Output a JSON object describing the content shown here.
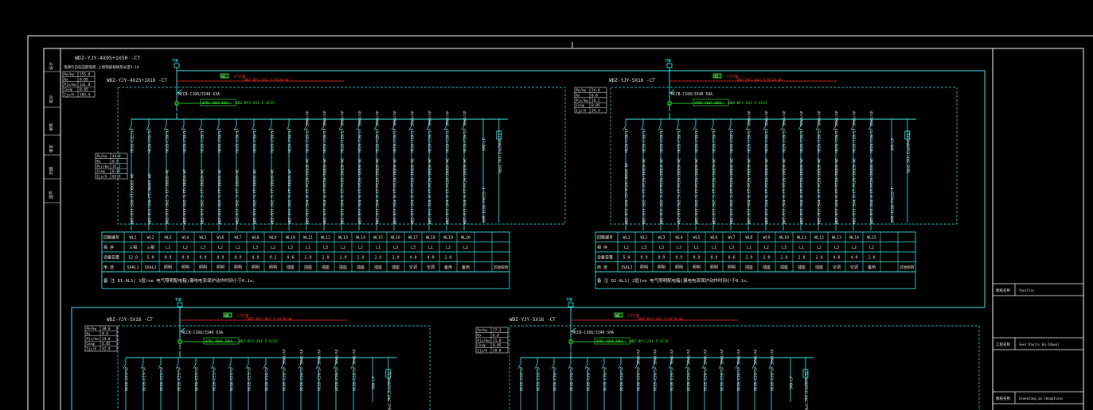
{
  "colors": {
    "background": "#000000",
    "frame": "#ffffff",
    "cyan": "#3ff0f0",
    "green": "#30ff30",
    "red": "#ff3030",
    "text": "#e8e8e8"
  },
  "panels": [
    {
      "id": "tl",
      "supply_header": "WDZ-YJY-4X95+1X50 -CT",
      "supply_sub": "电源引自低压配电柜 上接电缆规格及长度5:1A",
      "busbar_tag": "T接",
      "feeder": "WDZ-YJY-4X25+1X16 -CT",
      "main_breaker": "MCCB-C160/3340 63A",
      "meter_label": "W1",
      "spd_label": "SPD",
      "loads": [
        {
          "breaker": "MCCB-C32/3P",
          "cable": "WDZ-BYJ-5X6-CT/JDG32 WE",
          "wl": "WL1",
          "phase": "三相",
          "power": "12.0",
          "use": "SXAL1"
        },
        {
          "breaker": "MCCB-C32/3P",
          "cable": "WDZ-BYJ-5X6-CT/JDG32 WE",
          "wl": "WL2",
          "phase": "三相",
          "power": "5.0",
          "use": "SXAL2"
        },
        {
          "breaker": "MCCB-C16/1P",
          "cable": "WDZ-BYJ-3X2.5-CT/JDG20-WC",
          "wl": "WL3",
          "phase": "L1",
          "power": "0.9",
          "use": "照明"
        },
        {
          "breaker": "MCCB-C16/1P",
          "cable": "WDZ-BYJ-3X2.5-CT/JDG20-WC",
          "wl": "WL4",
          "phase": "L2",
          "power": "0.9",
          "use": "照明"
        },
        {
          "breaker": "MCCB-C16/1P",
          "cable": "WDZ-BYJ-3X2.5-CT/JDG20-WC",
          "wl": "WL5",
          "phase": "L3",
          "power": "0.9",
          "use": "照明"
        },
        {
          "breaker": "MCCB-C16/1P",
          "cable": "WDZ-BYJ-3X2.5-CT/JDG20-WC",
          "wl": "WL6",
          "phase": "L2",
          "power": "0.9",
          "use": "照明"
        },
        {
          "breaker": "MCCB-C16/1P",
          "cable": "WDZ-BYJ-3X2.5-CT/JDG20-WC",
          "wl": "WL7",
          "phase": "L2",
          "power": "0.9",
          "use": "照明"
        },
        {
          "breaker": "MCCB-C16/1P",
          "cable": "WDZ-BYJ-3X2.5-CT/JDG20-WC",
          "wl": "WL8",
          "phase": "L3",
          "power": "0.9",
          "use": "照明"
        },
        {
          "breaker": "MCCB-C16/1P",
          "cable": "WDZ-BYJ-3X2.5-CT/JDG20-WC",
          "wl": "WL9",
          "phase": "L2",
          "power": "0.2",
          "use": "照明"
        },
        {
          "breaker": "MCCB-C16/1P",
          "cable": "WDZ-BYJ-3X2.5-CT/JDG20-WC",
          "wl": "WL10",
          "phase": "L3",
          "power": "0.6",
          "use": "插座"
        },
        {
          "breaker": "MCCB-C20/2P 30mA/AP",
          "cable": "WDZ-BYJ-3X4.0-CT/PC20/JDG20-WC",
          "wl": "WL11",
          "phase": "L1",
          "power": "2.0",
          "use": "插座"
        },
        {
          "breaker": "MCCB-C20/2P 30mA/AP",
          "cable": "WDZ-BYJ-3X4.0-CT/PC20/JDG20-WC",
          "wl": "WL12",
          "phase": "L3",
          "power": "2.0",
          "use": "插座"
        },
        {
          "breaker": "MCCB-C20/2P 30mA/AP",
          "cable": "WDZ-BYJ-3X4.0-CT/PC20/JDG20-WC",
          "wl": "WL13",
          "phase": "L2",
          "power": "2.0",
          "use": "插座"
        },
        {
          "breaker": "MCCB-C20/2P 30mA/AP",
          "cable": "WDZ-BYJ-3X4.0-CT/PC20/JDG20-WC",
          "wl": "WL14",
          "phase": "L2",
          "power": "2.0",
          "use": "插座"
        },
        {
          "breaker": "MCCB-C20/2P 30mA/AP",
          "cable": "WDZ-BYJ-3X4.0-CT/PC20/JDG20-WC",
          "wl": "WL15",
          "phase": "L1",
          "power": "2.0",
          "use": "插座"
        },
        {
          "breaker": "MCCB-C20/2P 30mA/AP",
          "cable": "WDZ-BYJ-3X4.0-CT/PC20/JDG20-WC",
          "wl": "WL16",
          "phase": "L3",
          "power": "2.0",
          "use": "插座"
        },
        {
          "breaker": "MCCB-C20/2P 30mA/AP",
          "cable": "WDZ-BYJ-3X4.0-CT/PC20/JDG20-WC",
          "wl": "WL17",
          "phase": "L3",
          "power": "4.0",
          "use": "空调"
        },
        {
          "breaker": "MCCB-C20/2P 30mA/AP",
          "cable": "WDZ-BYJ-3X4.0-CT/PC20/JDG20-WC",
          "wl": "WL18",
          "phase": "L1",
          "power": "4.0",
          "use": "空调"
        },
        {
          "breaker": "MCCB-C20/2P 30mA/AP",
          "cable": "WDZ-BYJ-3X4.0-CT/PC20/JDG20-WC",
          "wl": "WL19",
          "phase": "L2",
          "power": "2.0",
          "use": "备用"
        },
        {
          "breaker": "MCCB-C20/2P 30mA/AP",
          "cable": "WDZ-BYJ-3X4.0-CT/PC20/JDG20-WC",
          "wl": "WL20",
          "phase": "L2",
          "power": "",
          "use": "备用"
        }
      ],
      "spd_breaker": "SPD-LP",
      "spd_rating": "Up≤2.5kV,In≥20kA,T2",
      "spd_cable": "BVR-1X16-PVC25-F",
      "table_headers": [
        "回路编号",
        "相 序",
        "设备容量",
        "用 途"
      ],
      "table_tail": "其他照明",
      "note": "备 注 D1-AL1( 1层)ne 电气照明配电箱)漏电电流保护动作时间小于0.1s。",
      "params": [
        [
          "Pe/kw",
          "155.9"
        ],
        [
          "Kx",
          "0.85"
        ],
        [
          "Pjs/kw",
          "141.0"
        ],
        [
          "Cosφ",
          "0.85"
        ],
        [
          "Ijs/A",
          "183.5"
        ]
      ],
      "params2": [
        [
          "Pe/kw",
          "44.0"
        ],
        [
          "Kx",
          "0.8"
        ],
        [
          "Pjs/kw",
          "35.2"
        ],
        [
          "Cosφ",
          "0.85"
        ],
        [
          "Ijs/A",
          "62.9"
        ]
      ]
    },
    {
      "id": "tr",
      "busbar_tag": "T接",
      "feeder": "WDZ-YJY-5X16 -CT",
      "main_breaker": "MCCB-C160/3340 50A",
      "meter_label": "P5",
      "spd_label": "SPD",
      "loads": [
        {
          "breaker": "MCCB-C16/1P",
          "cable": "WDZ-BYJ-3X6-CT/PC20/JDG20 WC",
          "wl": "WL1",
          "phase": "L2",
          "power": "5.0",
          "use": "JSAL2"
        },
        {
          "breaker": "MCCB-C16/1P",
          "cable": "WDZ-BYJ-3X2.5-CT/PC20/JDG20-WC",
          "wl": "WL2",
          "phase": "L3",
          "power": "0.9",
          "use": "照明"
        },
        {
          "breaker": "MCCB-C16/1P",
          "cable": "WDZ-BYJ-3X2.5-CT/PC20/JDG20-WC",
          "wl": "WL3",
          "phase": "L3",
          "power": "0.9",
          "use": "照明"
        },
        {
          "breaker": "MCCB-C16/1P",
          "cable": "WDZ-BYJ-3X2.5-CT/PC20/JDG20-WC",
          "wl": "WL4",
          "phase": "L3",
          "power": "0.9",
          "use": "照明"
        },
        {
          "breaker": "MCCB-C16/1P",
          "cable": "WDZ-BYJ-3X2.5-CT/PC20/JDG20-WC",
          "wl": "WL5",
          "phase": "L1",
          "power": "0.9",
          "use": "照明"
        },
        {
          "breaker": "MCCB-C16/1P",
          "cable": "WDZ-BYJ-3X2.5-CT/PC20/JDG20-WC",
          "wl": "WL6",
          "phase": "L1",
          "power": "0.9",
          "use": "照明"
        },
        {
          "breaker": "MCCB-C16/1P",
          "cable": "WDZ-BYJ-3X2.5-CT/PC20/JDG20-WC",
          "wl": "WL7",
          "phase": "L3",
          "power": "0.6",
          "use": "照明"
        },
        {
          "breaker": "MCCB-C20/2P 30mA/AP",
          "cable": "WDZ-BYJ-3X4.0-CT/PC20/JDG20-WC",
          "wl": "WL8",
          "phase": "L1",
          "power": "2.0",
          "use": "插座"
        },
        {
          "breaker": "MCCB-C20/2P 30mA/AP",
          "cable": "WDZ-BYJ-3X4.0-CT/PC20/JDG20-WC",
          "wl": "WL9",
          "phase": "L2",
          "power": "2.0",
          "use": "插座"
        },
        {
          "breaker": "MCCB-C20/2P 30mA/AP",
          "cable": "WDZ-BYJ-3X4.0-CT/PC20/JDG20-WC",
          "wl": "WL10",
          "phase": "L3",
          "power": "2.0",
          "use": "插座"
        },
        {
          "breaker": "MCCB-C20/2P 30mA/AP",
          "cable": "WDZ-BYJ-3X4.0-CT/PC20/JDG20-WC",
          "wl": "WL11",
          "phase": "L1",
          "power": "2.0",
          "use": "插座"
        },
        {
          "breaker": "MCCB-C20/2P 30mA/AP",
          "cable": "WDZ-BYJ-3X4.0-CT/PC20/JDG20-WC",
          "wl": "WL12",
          "phase": "L2",
          "power": "2.0",
          "use": "插座"
        },
        {
          "breaker": "MCCB-C20/2P 30mA/AP",
          "cable": "WDZ-BYJ-3X4.0-CT/PC20/JDG20-WC",
          "wl": "WL13",
          "phase": "L3",
          "power": "4.0",
          "use": "空调"
        },
        {
          "breaker": "MCCB-C20/2P 30mA/AP",
          "cable": "WDZ-BYJ-3X4.0-CT/PC20/JDG20-WC",
          "wl": "WL14",
          "phase": "L2",
          "power": "4.0",
          "use": "空调"
        },
        {
          "breaker": "MCCB-C20/2P 30mA/AP",
          "cable": "WDZ-BYJ-3X4.0-CT/PC20/JDG20-WC",
          "wl": "WL15",
          "phase": "L2",
          "power": "2.0",
          "use": "备用"
        }
      ],
      "spd_breaker": "SPD-LP",
      "spd_rating": "Up≤2.5kV,In≥20kA,T2",
      "spd_cable": "BVR-1X16-PVC25-F",
      "table_headers": [
        "回路编号",
        "相 序",
        "设备容量",
        "用 途"
      ],
      "table_tail": "其他照明",
      "note": "备 注 D2-AL1( 2层)ne 电气照明配电箱)漏电电流保护动作时间小于0.1s。",
      "params": [
        [
          "Pe/kw",
          "24.0"
        ],
        [
          "Kx",
          "0.8"
        ],
        [
          "Pjs/kw",
          "19.2"
        ],
        [
          "Cosφ",
          "0.85"
        ],
        [
          "Ijs/A",
          "34.3"
        ]
      ]
    },
    {
      "id": "bl",
      "busbar_tag": "T接",
      "feeder": "WDZ-YJY-5X16 -CT",
      "main_breaker": "MCCB-C160/3340 63A",
      "meter_label": "W8",
      "loads": [
        {
          "breaker": "MCCB-C25/1P"
        },
        {
          "breaker": "MCCB-C25/1P"
        },
        {
          "breaker": "MCCB-C25/1P"
        },
        {
          "breaker": "MCCB-C25/1P"
        },
        {
          "breaker": "MCCB-C25/1P"
        },
        {
          "breaker": "MCCB-C25/1P"
        },
        {
          "breaker": "MCCB-C25/1P"
        },
        {
          "breaker": "MCCB-C25/1P"
        },
        {
          "breaker": "MCCB-C16/1P"
        },
        {
          "breaker": "MCCB-C20/2P 30mA/AP"
        },
        {
          "breaker": "MCCB-C20/2P 30mA/AP"
        },
        {
          "breaker": "MCCB-C20/2P 30mA/AP"
        },
        {
          "breaker": "MCCB-C20/2P 30mA/AP"
        },
        {
          "breaker": "MCCB-C20/2P 30mA/AP"
        }
      ],
      "spd_breaker": "SPD-LP",
      "spd_rating": "Up≤2.5kV,In≥20kA,T2",
      "params": [
        [
          "Pe/kw",
          "30.0"
        ],
        [
          "Kx",
          "0.8"
        ],
        [
          "Pjs/kw",
          "24.0"
        ],
        [
          "Cosφ",
          "0.85"
        ],
        [
          "Ijs/A",
          "42.9"
        ]
      ]
    },
    {
      "id": "br",
      "busbar_tag": "T接",
      "feeder": "WDZ-YJY-5X16 -CT",
      "main_breaker": "MCCB-C160/3340 50A",
      "meter_label": "W9",
      "loads": [
        {
          "breaker": "MCCB-C16/1P"
        },
        {
          "breaker": "MCCB-C16/1P"
        },
        {
          "breaker": "MCCB-C16/1P"
        },
        {
          "breaker": "MCCB-C16/1P"
        },
        {
          "breaker": "MCCB-C16/1P"
        },
        {
          "breaker": "MCCB-C16/1P"
        },
        {
          "breaker": "MCCB-C16/1P"
        },
        {
          "breaker": "MCCB-C20/2P 30mA/AP"
        },
        {
          "breaker": "MCCB-C20/2P 30mA/AP"
        },
        {
          "breaker": "MCCB-C20/2P 30mA/AP"
        },
        {
          "breaker": "MCCB-C20/2P 30mA/AP"
        },
        {
          "breaker": "MCCB-C20/2P 30mA/AP"
        },
        {
          "breaker": "MCCB-C20/2P 30mA/AP"
        },
        {
          "breaker": "MCCB-C20/2P 30mA/AP"
        },
        {
          "breaker": "MCCB-C20/2P 30mA/AP"
        },
        {
          "breaker": "MCCB-C20/2P 30mA/AP"
        }
      ],
      "spd_breaker": "SPD-LP",
      "spd_rating": "Up≤2.5kV,In≥20kA,T2",
      "params": [
        [
          "Pe/kw",
          "27.3"
        ],
        [
          "Kx",
          "0.8"
        ],
        [
          "Pjs/kw",
          "21.8"
        ],
        [
          "Cosφ",
          "0.85"
        ],
        [
          "Ijs/A",
          "39.0"
        ]
      ]
    }
  ],
  "title_block": {
    "row1_label": "图纸名称",
    "row1_value": "Yanitiss",
    "row2_label": "工程名称",
    "row2_value": "Seer Vauliv bq·Iduwal",
    "row3_label": "图纸名称",
    "row3_value": "Sleeutang an sknaptions"
  },
  "side_stamp": [
    "设计",
    "校对",
    "审核",
    "审定",
    "日期",
    "图号"
  ]
}
